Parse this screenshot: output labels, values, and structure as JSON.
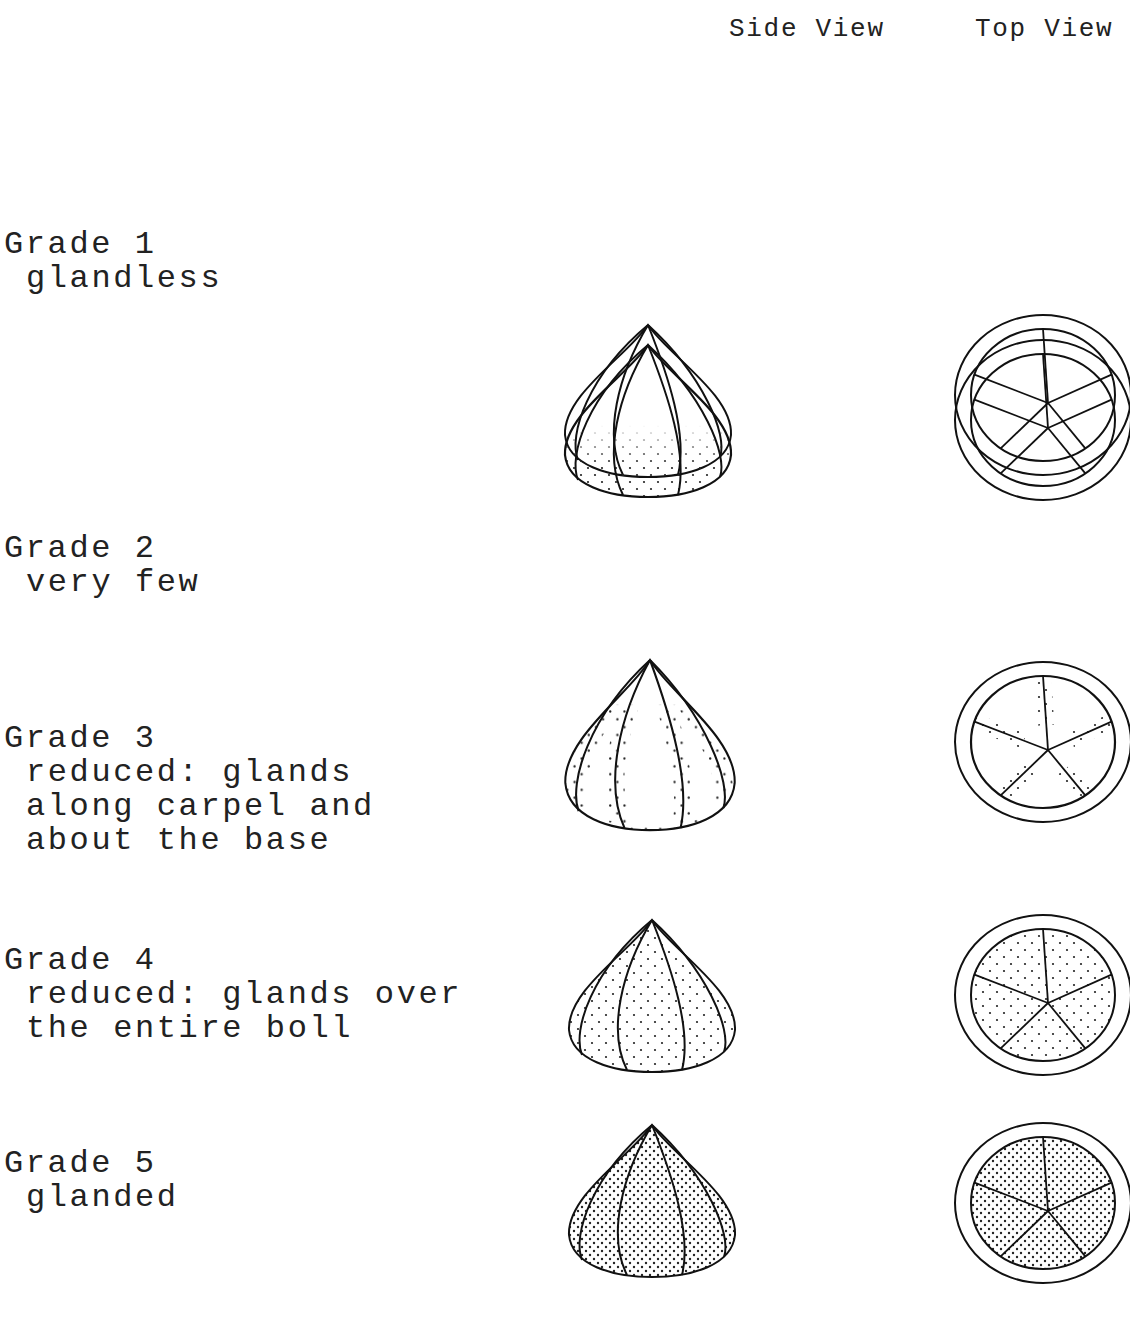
{
  "diagram": {
    "labels": [
      "Side View",
      "Top View",
      "Grade 1",
      "glandless",
      "Grade 2",
      "very few",
      "Grade 3",
      "reduced: glands along carpel and about the base",
      "Grade 4",
      "reduced: glands over the entire boll",
      "Grade 5",
      "glanded"
    ]
  }
}
